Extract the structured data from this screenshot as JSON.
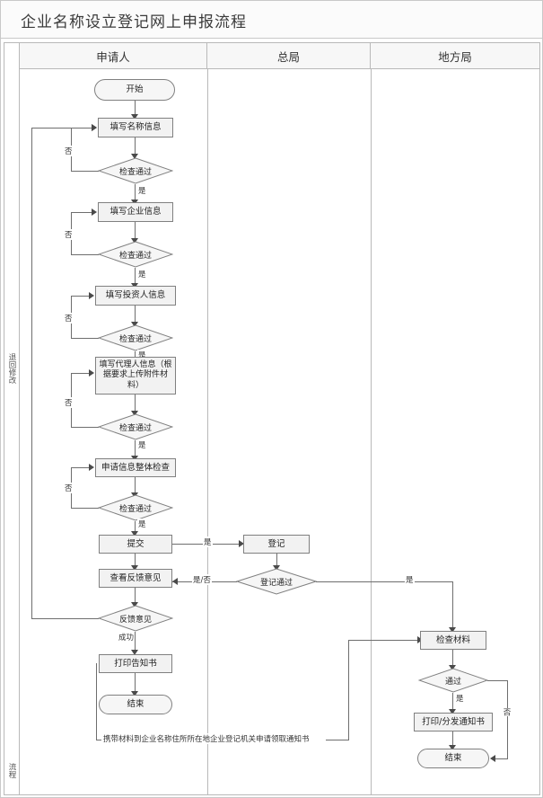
{
  "title": "企业名称设立登记网上申报流程",
  "lanes": [
    {
      "label": "申请人"
    },
    {
      "label": "总局"
    },
    {
      "label": "地方局"
    }
  ],
  "side_labels": {
    "return_modify": "退回修改",
    "bottom": "流程"
  },
  "nodes": {
    "start": "开始",
    "fill_name": "填写名称信息",
    "check1": "检查通过",
    "fill_company": "填写企业信息",
    "check2": "检查通过",
    "fill_investor": "填写投资人信息",
    "check3": "检查通过",
    "fill_agent": "填写代理人信息（根据要求上传附件材料）",
    "check4": "检查通过",
    "overall_check": "申请信息整体检查",
    "check5": "检查通过",
    "submit": "提交",
    "register": "登记",
    "register_pass": "登记通过",
    "view_feedback": "查看反馈意见",
    "feedback": "反馈意见",
    "print_notice": "打印告知书",
    "end_left": "结束",
    "check_material": "检查材料",
    "pass": "通过",
    "print_distribute": "打印/分发通知书",
    "end_right": "结束"
  },
  "edge_labels": {
    "no": "否",
    "yes": "是",
    "yes_or_no": "是/否",
    "success": "成功"
  },
  "annotation": "携带材料到企业名称住所所在地企业登记机关申请领取通知书",
  "colors": {
    "node_fill": "#f2f2f2",
    "node_border": "#808080",
    "line": "#6e6e6e",
    "frame": "#b9b9b9",
    "header_fill": "#f7f7f7"
  }
}
